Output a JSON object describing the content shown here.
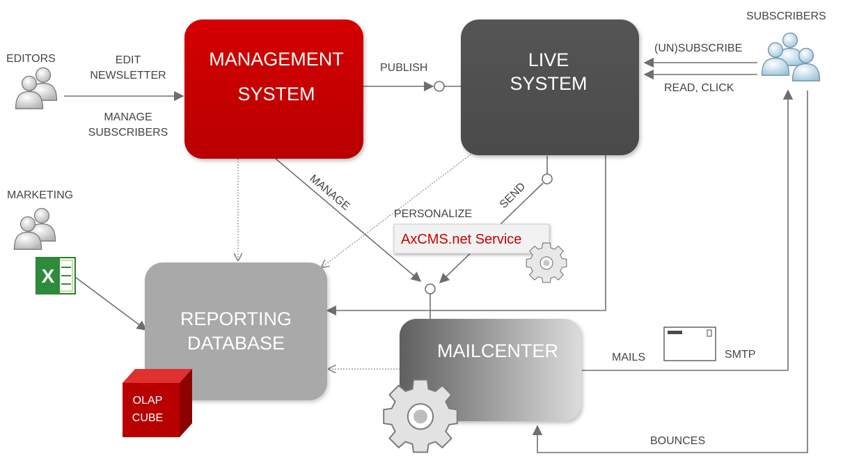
{
  "actors": {
    "editors": "EDITORS",
    "marketing": "MARKETING",
    "subscribers": "SUBSCRIBERS"
  },
  "systems": {
    "management_line1": "MANAGEMENT",
    "management_line2": "SYSTEM",
    "live_line1": "LIVE",
    "live_line2": "SYSTEM",
    "reporting_line1": "REPORTING",
    "reporting_line2": "DATABASE",
    "mailcenter": "MAILCENTER",
    "olap_line1": "OLAP",
    "olap_line2": "CUBE"
  },
  "service": {
    "name": "AxCMS.net Service",
    "label": "PERSONALIZE"
  },
  "edges": {
    "edit_line1": "EDIT",
    "edit_line2": "NEWSLETTER",
    "manage_subs_line1": "MANAGE",
    "manage_subs_line2": "SUBSCRIBERS",
    "publish": "PUBLISH",
    "unsubscribe": "(UN)SUBSCRIBE",
    "read_click": "READ, CLICK",
    "manage": "MANAGE",
    "send": "SEND",
    "mails": "MAILS",
    "smtp": "SMTP",
    "bounces": "BOUNCES"
  },
  "colors": {
    "management": "#c80000",
    "live": "#505050",
    "reporting": "#a9a9a9",
    "mailcenter_dark": "#5f5f5f",
    "mailcenter_light": "#d9d9d9",
    "service_text": "#cc0000",
    "olap": "#b50000",
    "connector": "#6e6e6e"
  },
  "icons": {
    "people": "people-group-icon",
    "excel": "excel-icon",
    "gear": "gear-icon",
    "envelope": "envelope-icon",
    "cube": "cube-icon"
  }
}
